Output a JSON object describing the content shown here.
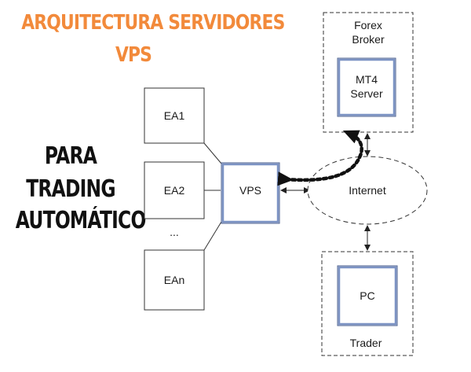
{
  "title": {
    "line1": "ARQUITECTURA SERVIDORES",
    "line2": "VPS",
    "color": "#f28a3b"
  },
  "side_text": {
    "line1": "PARA",
    "line2": "TRADING",
    "line3": "AUTOMÁTICO"
  },
  "nodes": {
    "ea1": "EA1",
    "ea2": "EA2",
    "ellipsis": "...",
    "ean": "EAn",
    "vps": "VPS",
    "internet": "Internet",
    "broker_line1": "Forex",
    "broker_line2": "Broker",
    "mt4_line1": "MT4",
    "mt4_line2": "Server",
    "pc": "PC",
    "trader": "Trader"
  },
  "colors": {
    "server_border": "#5b74a8",
    "line": "#333333"
  }
}
